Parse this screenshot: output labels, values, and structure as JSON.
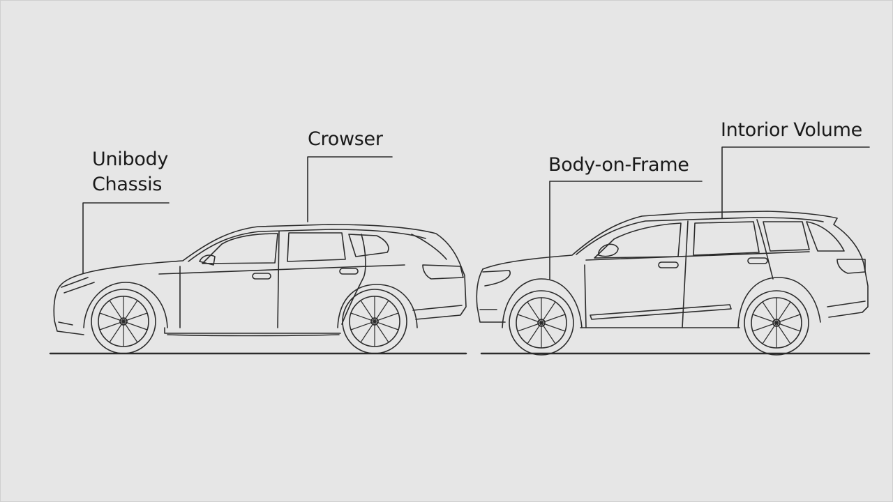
{
  "diagram": {
    "background": "#e6e6e6",
    "line_color": "#2b2b2b",
    "vehicles": [
      {
        "id": "crossover",
        "position": "left",
        "style": "unibody crossover wagon"
      },
      {
        "id": "suv",
        "position": "right",
        "style": "body-on-frame SUV"
      }
    ],
    "labels": {
      "unibody_line1": "Unibody",
      "unibody_line2": "Chassis",
      "crossover": "Crowser",
      "body_on_frame": "Body-on-Frame",
      "interior_volume": "Intorior Volume"
    }
  }
}
